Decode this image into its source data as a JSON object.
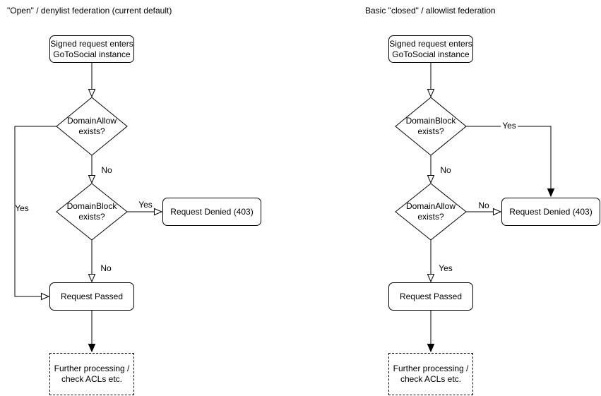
{
  "diagram": {
    "stroke_color": "#000000",
    "fill_color": "#ffffff",
    "text_color": "#000000"
  },
  "titles": {
    "left": "\"Open\" / denylist federation (current default)",
    "right": "Basic \"closed\" / allowlist federation"
  },
  "left": {
    "start": [
      "Signed request enters",
      "GoToSocial instance"
    ],
    "decision1": [
      "DomainAllow",
      "exists?"
    ],
    "decision2": [
      "DomainBlock",
      "exists?"
    ],
    "denied": "Request Denied (403)",
    "passed": "Request Passed",
    "further": [
      "Further processing /",
      "check ACLs etc."
    ],
    "labels": {
      "d1_no": "No",
      "d1_yes": "Yes",
      "d2_yes": "Yes",
      "d2_no": "No"
    }
  },
  "right": {
    "start": [
      "Signed request enters",
      "GoToSocial instance"
    ],
    "decision1": [
      "DomainBlock",
      "exists?"
    ],
    "decision2": [
      "DomainAllow",
      "exists?"
    ],
    "denied": "Request Denied (403)",
    "passed": "Request Passed",
    "further": [
      "Further processing /",
      "check ACLs etc."
    ],
    "labels": {
      "d1_yes": "Yes",
      "d1_no": "No",
      "d2_no": "No",
      "d2_yes": "Yes"
    }
  }
}
